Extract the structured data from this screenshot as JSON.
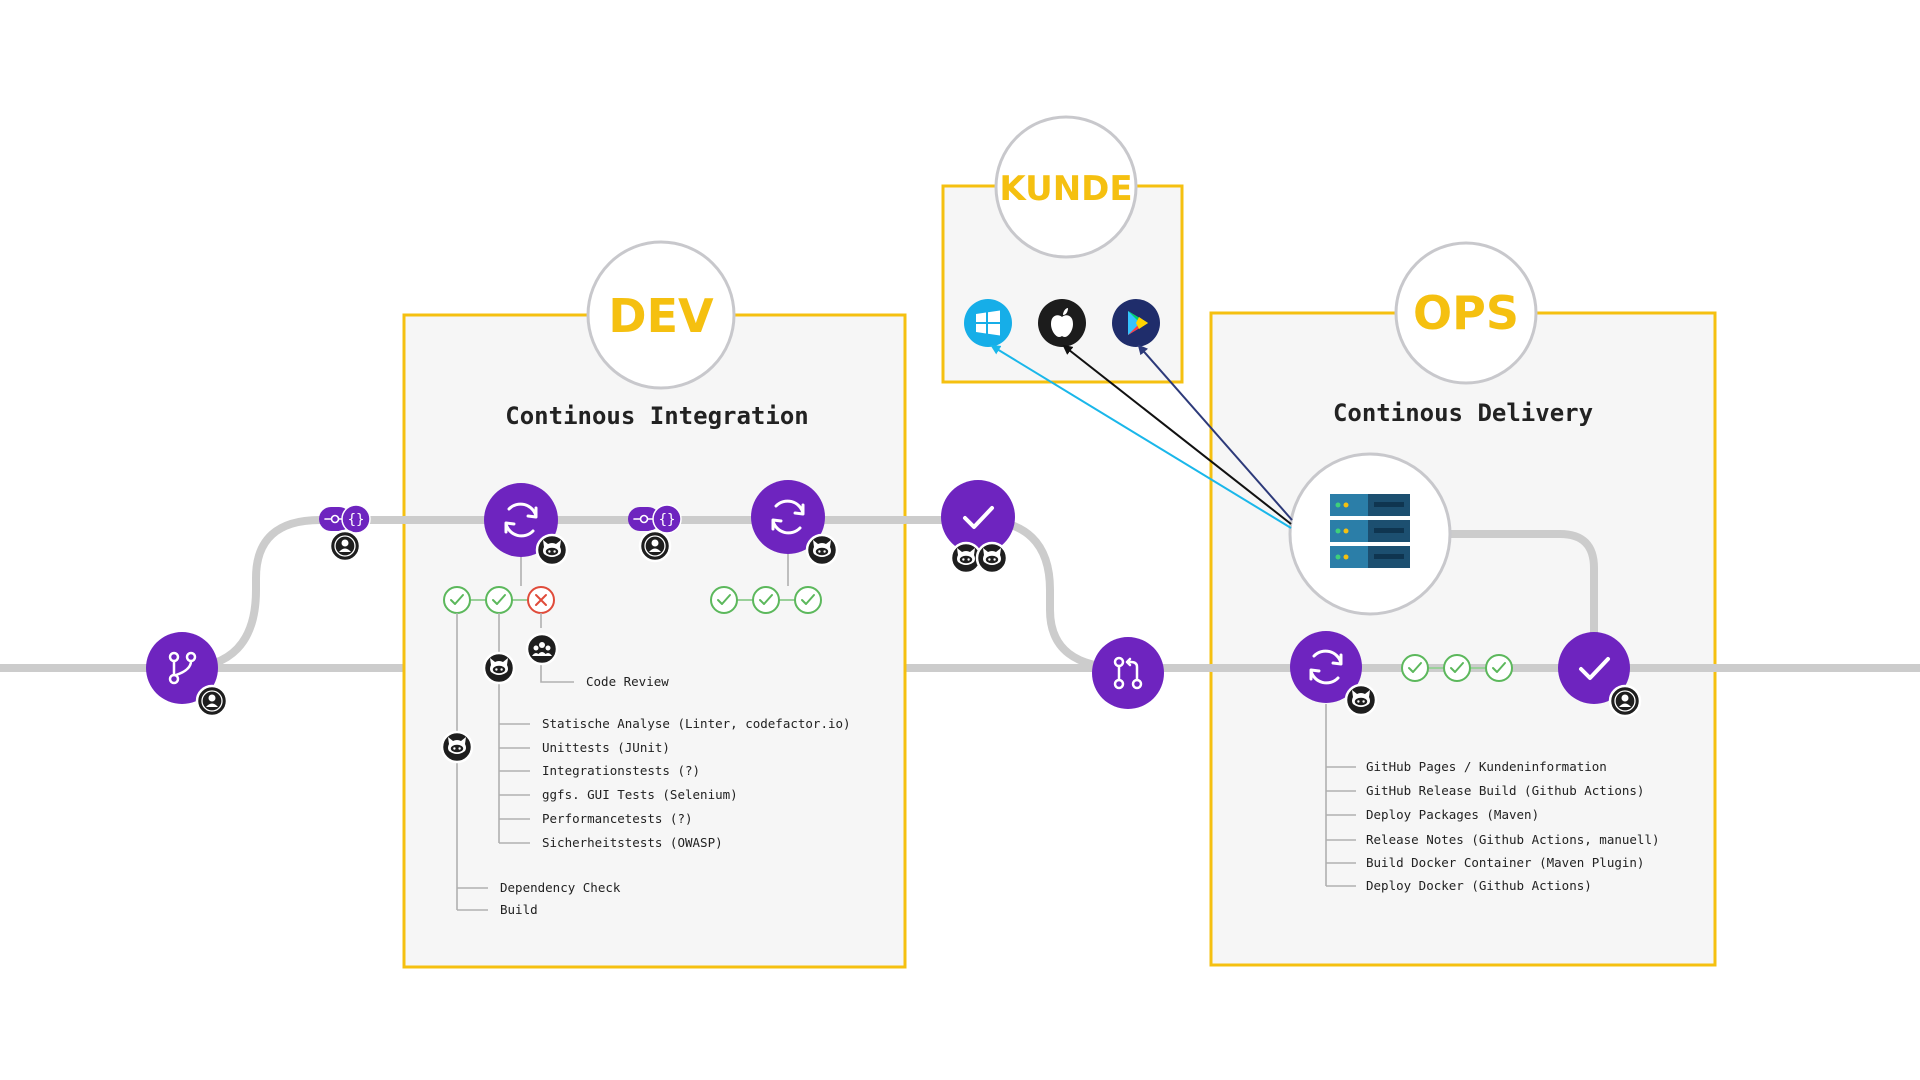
{
  "dev": {
    "title": "DEV",
    "subtitle": "Continous Integration",
    "code_review": "Code Review",
    "tests": [
      "Statische Analyse (Linter, codefactor.io)",
      "Unittests (JUnit)",
      "Integrationstests (?)",
      "ggfs. GUI Tests (Selenium)",
      "Performancetests (?)",
      "Sicherheitstests (OWASP)"
    ],
    "build_steps": [
      "Dependency Check",
      "Build"
    ]
  },
  "kunde": {
    "title": "KUNDE",
    "platforms": [
      "windows-icon",
      "apple-icon",
      "google-play-icon"
    ]
  },
  "ops": {
    "title": "OPS",
    "subtitle": "Continous Delivery",
    "steps": [
      "GitHub Pages / Kundeninformation",
      "GitHub Release Build (Github Actions)",
      "Deploy Packages (Maven)",
      "Release Notes (Github Actions, manuell)",
      "Build Docker Container (Maven Plugin)",
      "Deploy Docker (Github Actions)"
    ]
  },
  "colors": {
    "accent": "#f5c010",
    "node": "#6e24bf",
    "track": "#cccccc",
    "success": "#5cb85c",
    "failure": "#e04b3a",
    "arrow_windows": "#1ab7ea",
    "arrow_apple": "#111111",
    "arrow_play": "#2d3a7a"
  }
}
